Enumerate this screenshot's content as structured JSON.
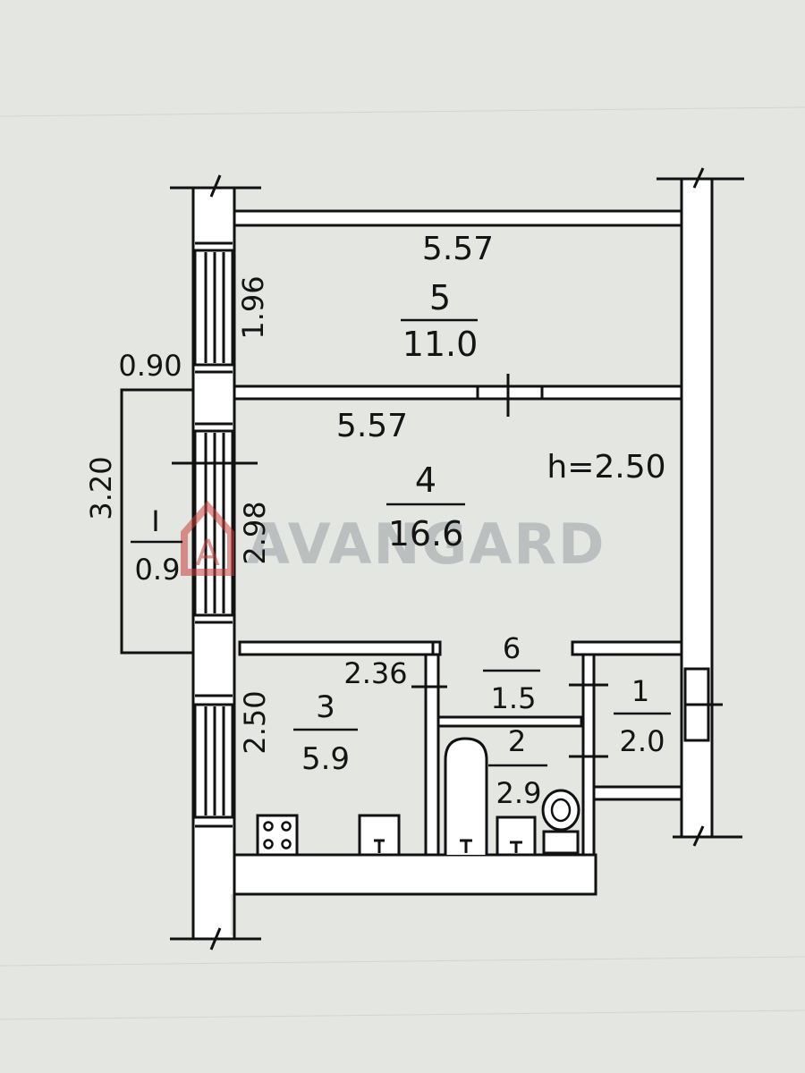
{
  "ceiling_height": "h=2.50",
  "watermark": {
    "text": "AVANGARD",
    "logo": "A",
    "color": "#c8403c"
  },
  "rooms": [
    {
      "id": "5",
      "number": "5",
      "area": "11.0"
    },
    {
      "id": "4",
      "number": "4",
      "area": "16.6"
    },
    {
      "id": "3",
      "number": "3",
      "area": "5.9"
    },
    {
      "id": "6",
      "number": "6",
      "area": "1.5"
    },
    {
      "id": "2",
      "number": "2",
      "area": "2.9"
    },
    {
      "id": "1",
      "number": "1",
      "area": "2.0"
    },
    {
      "id": "I",
      "number": "I",
      "area": "0.9"
    }
  ],
  "dimensions": {
    "room5_width": "5.57",
    "room5_depth": "1.96",
    "room4_width": "5.57",
    "room4_depth": "2.98",
    "room3_width": "2.36",
    "room3_depth": "2.50",
    "balcony_width": "0.90",
    "balcony_length": "3.20"
  },
  "colors": {
    "line": "#111111",
    "paper": "#e4e6e2",
    "wall_fill": "#ffffff"
  }
}
